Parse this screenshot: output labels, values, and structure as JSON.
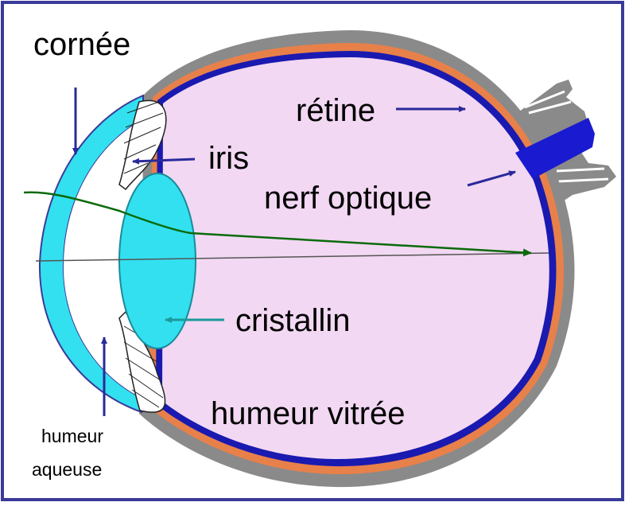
{
  "labels": {
    "cornee": "cornée",
    "retine": "rétine",
    "iris": "iris",
    "nerf_optique": "nerf optique",
    "cristallin": "cristallin",
    "humeur_vitree": "humeur vitrée",
    "humeur_aqueuse_line1": "humeur",
    "humeur_aqueuse_line2": "aqueuse"
  },
  "colors": {
    "frame_border": "#3a3a9a",
    "sclera": "#8a8a8a",
    "choroid": "#e8804a",
    "retina": "#1a1ab0",
    "vitreous": "#f2d8f2",
    "cornea": "#33e0f0",
    "lens": "#33e0f0",
    "optic_nerve": "#1a1ad0",
    "pointer_arrow": "#2a2a9a",
    "lens_arrow": "#1a9a9a",
    "light_ray": "#0a6a0a",
    "optical_axis": "#555555"
  }
}
